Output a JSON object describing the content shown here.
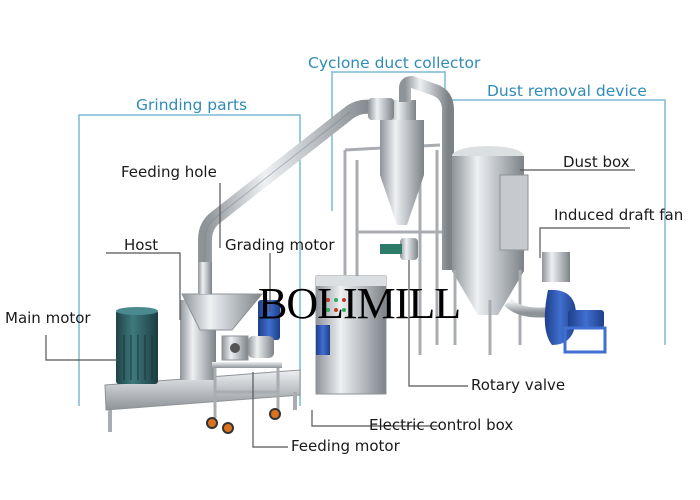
{
  "diagram": {
    "watermark": "BOLIMILL",
    "colors": {
      "group_label": "#2f8bb8",
      "group_line": "#7bbad6",
      "part_label": "#1a1a1a",
      "leader_line": "#555555",
      "steel": "#c9ccd0",
      "motor_green": "#2f5f63",
      "motor_blue": "#2e5db3",
      "wheel_orange": "#d9731f"
    },
    "group_labels": {
      "grinding_parts": "Grinding parts",
      "cyclone_duct_collector": "Cyclone duct collector",
      "dust_removal_device": "Dust removal device"
    },
    "part_labels": {
      "feeding_hole": "Feeding hole",
      "host": "Host",
      "grading_motor": "Grading motor",
      "main_motor": "Main motor",
      "dust_box": "Dust box",
      "induced_draft_fan": "Induced draft fan",
      "rotary_valve": "Rotary valve",
      "electric_control_box": "Electric control box",
      "feeding_motor": "Feeding motor"
    }
  }
}
